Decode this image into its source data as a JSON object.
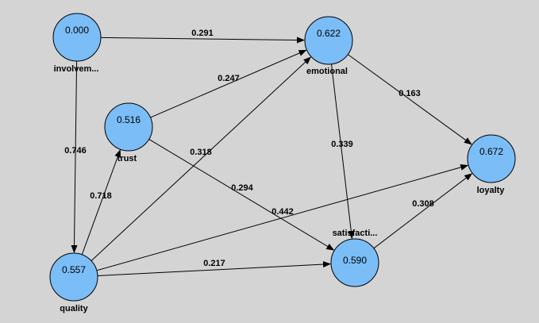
{
  "colors": {
    "background": "#d4d4d4",
    "node_fill": "#7bbdf7",
    "node_stroke": "#000000",
    "edge": "#000000"
  },
  "nodes": {
    "involvement": {
      "label": "involvem...",
      "value": "0.000"
    },
    "trust": {
      "label": "trust",
      "value": "0.516"
    },
    "quality": {
      "label": "quality",
      "value": "0.557"
    },
    "emotional": {
      "label": "emotional",
      "value": "0.622"
    },
    "satisfaction": {
      "label": "satisfacti...",
      "value": "0.590"
    },
    "loyalty": {
      "label": "loyalty",
      "value": "0.672"
    }
  },
  "edges": {
    "involvement_emotional": {
      "from": "involvement",
      "to": "emotional",
      "label": "0.291"
    },
    "involvement_quality": {
      "from": "involvement",
      "to": "quality",
      "label": "0.746"
    },
    "trust_emotional": {
      "from": "trust",
      "to": "emotional",
      "label": "0.247"
    },
    "trust_satisfaction": {
      "from": "trust",
      "to": "satisfaction",
      "label": "0.294"
    },
    "quality_trust": {
      "from": "quality",
      "to": "trust",
      "label": "0.718"
    },
    "quality_emotional": {
      "from": "quality",
      "to": "emotional",
      "label": "0.318"
    },
    "quality_loyalty": {
      "from": "quality",
      "to": "loyalty",
      "label": "0.442"
    },
    "quality_satisfaction": {
      "from": "quality",
      "to": "satisfaction",
      "label": "0.217"
    },
    "emotional_satisfaction": {
      "from": "emotional",
      "to": "satisfaction",
      "label": "0.339"
    },
    "emotional_loyalty": {
      "from": "emotional",
      "to": "loyalty",
      "label": "0.163"
    },
    "satisfaction_loyalty": {
      "from": "satisfaction",
      "to": "loyalty",
      "label": "0.308"
    }
  }
}
